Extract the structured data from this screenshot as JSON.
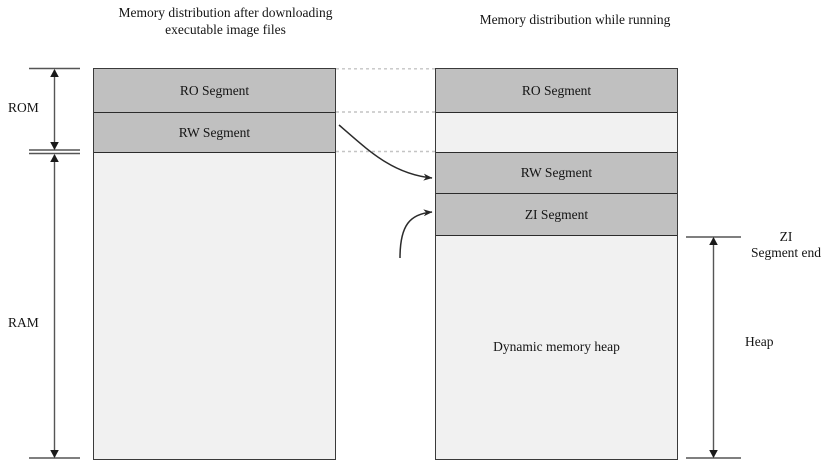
{
  "diagram": {
    "titles": {
      "left": "Memory distribution after downloading executable image files",
      "right": "Memory distribution while running"
    },
    "left_column": {
      "segments": [
        {
          "label": "RO Segment",
          "fill": "filled"
        },
        {
          "label": "RW Segment",
          "fill": "filled"
        },
        {
          "label": "",
          "fill": "empty"
        }
      ]
    },
    "right_column": {
      "segments": [
        {
          "label": "RO Segment",
          "fill": "filled"
        },
        {
          "label": "",
          "fill": "empty"
        },
        {
          "label": "RW Segment",
          "fill": "filled"
        },
        {
          "label": "ZI Segment",
          "fill": "filled"
        },
        {
          "label": "Dynamic memory heap",
          "fill": "empty"
        }
      ]
    },
    "brackets": {
      "rom": "ROM",
      "ram": "RAM",
      "zi_segment_end": "ZI\nSegment end",
      "zi_segment_end_line1": "ZI",
      "zi_segment_end_line2": "Segment end",
      "heap": "Heap"
    },
    "colors": {
      "segment_fill": "#c0c0c0",
      "background_fill": "#f1f1f1",
      "border": "#2b2b2b",
      "guide_line": "#b8b8b8",
      "arrow": "#262626",
      "text": "#141414"
    }
  }
}
